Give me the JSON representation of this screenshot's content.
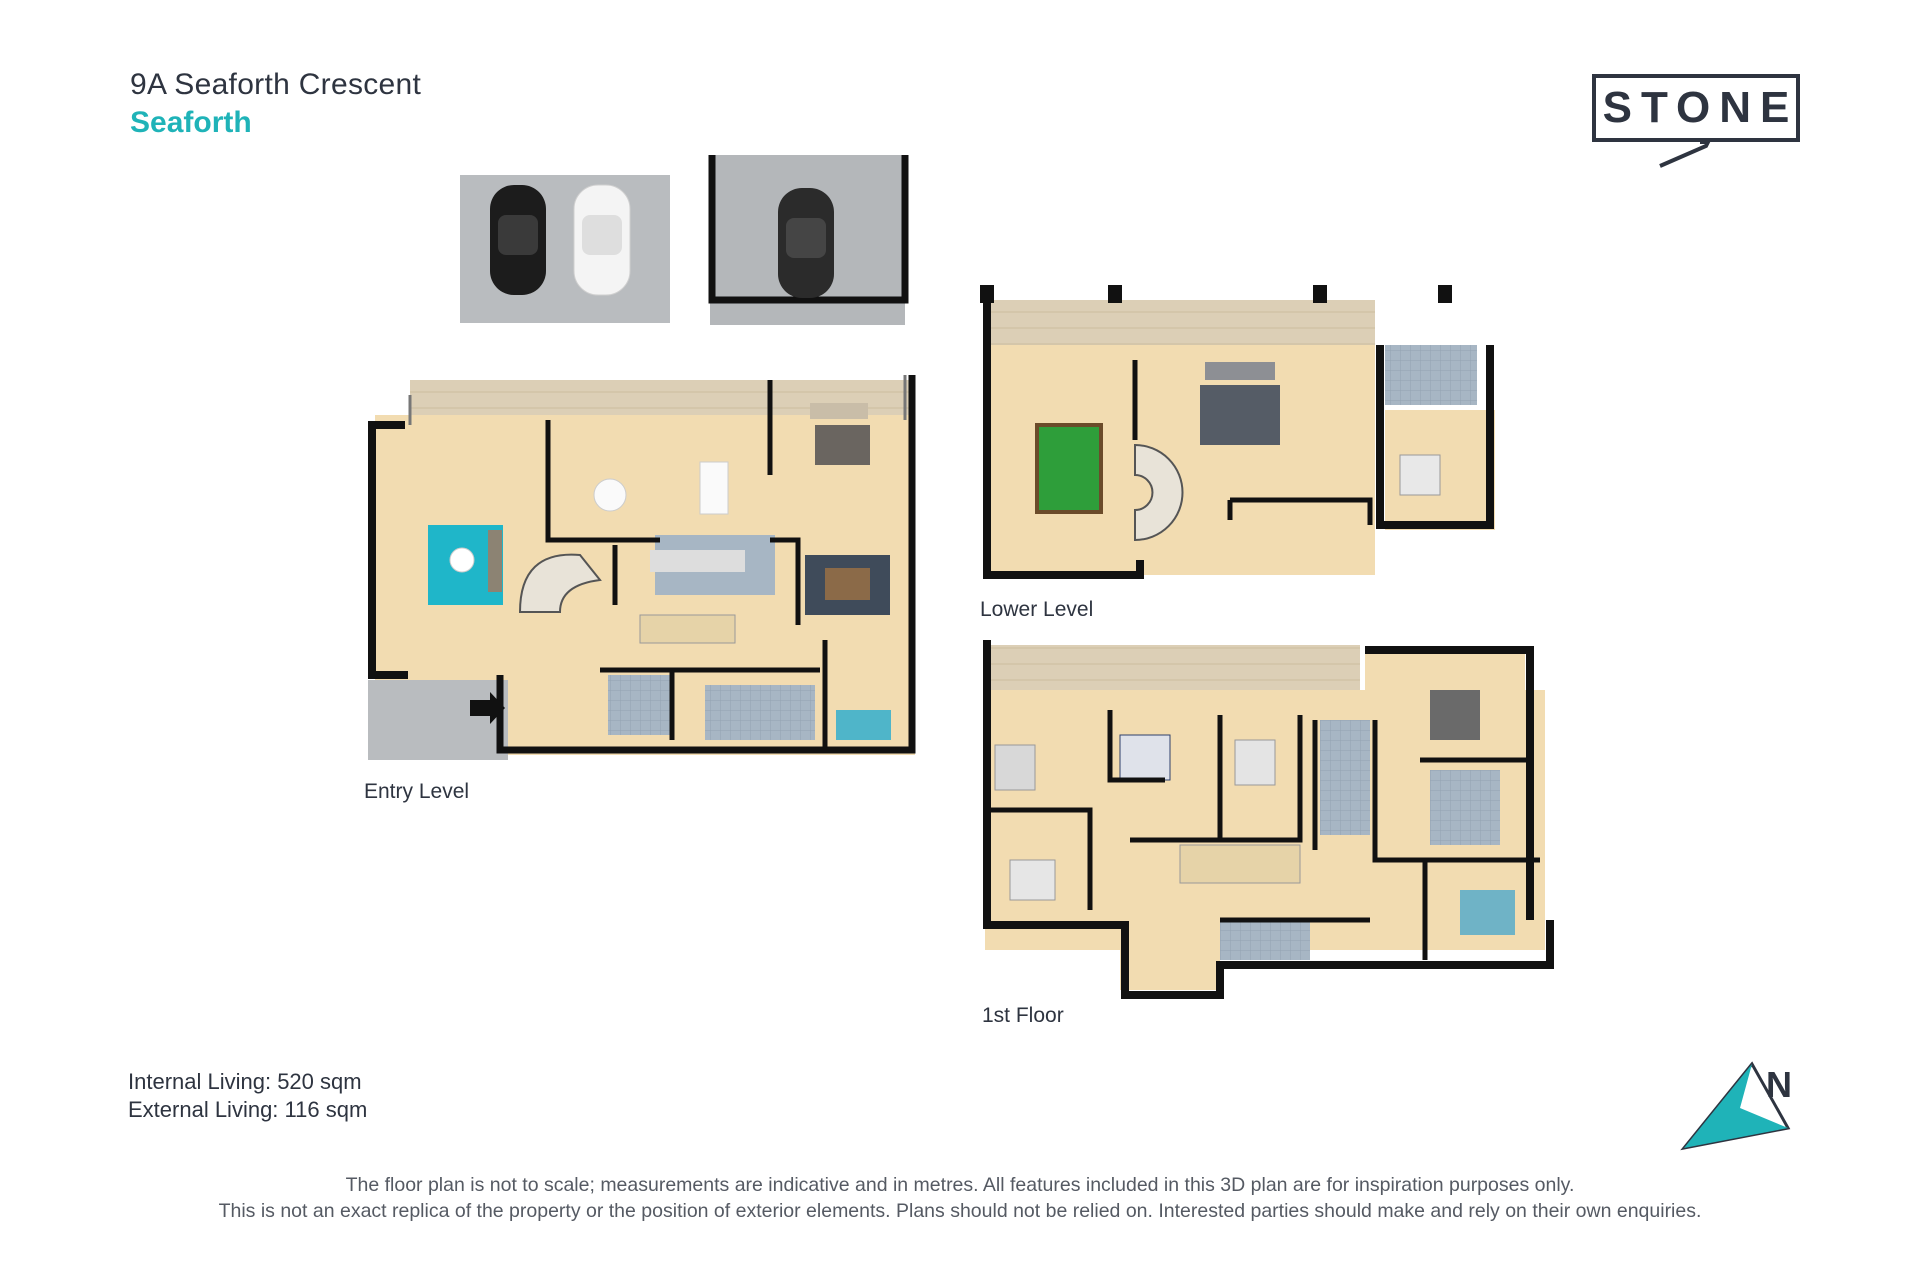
{
  "header": {
    "address": "9A Seaforth Crescent",
    "suburb": "Seaforth"
  },
  "logo": {
    "text": "STONE"
  },
  "levels": {
    "entry": "Entry Level",
    "lower": "Lower Level",
    "first": "1st Floor"
  },
  "stats": {
    "internal": "Internal Living: 520 sqm",
    "external": "External Living: 116 sqm"
  },
  "compass": {
    "label": "N",
    "icon": "north-arrow-icon"
  },
  "disclaimer": {
    "line1": "The floor plan is not to scale; measurements are indicative and in metres. All features included in this 3D plan are for inspiration purposes only.",
    "line2": "This is not an exact replica of the property or the position of exterior elements. Plans should not be relied on. Interested parties should make and rely on their own enquiries."
  },
  "colors": {
    "floor": "#f2dcb1",
    "deck": "#dfd2bb",
    "wall": "#111111",
    "tile": "#9fb0bf",
    "concrete": "#b9bcbf",
    "accent": "#1fb3b8",
    "text": "#2e3440",
    "pool_table": "#2e9e3a",
    "rug": "#1fb6c9"
  }
}
